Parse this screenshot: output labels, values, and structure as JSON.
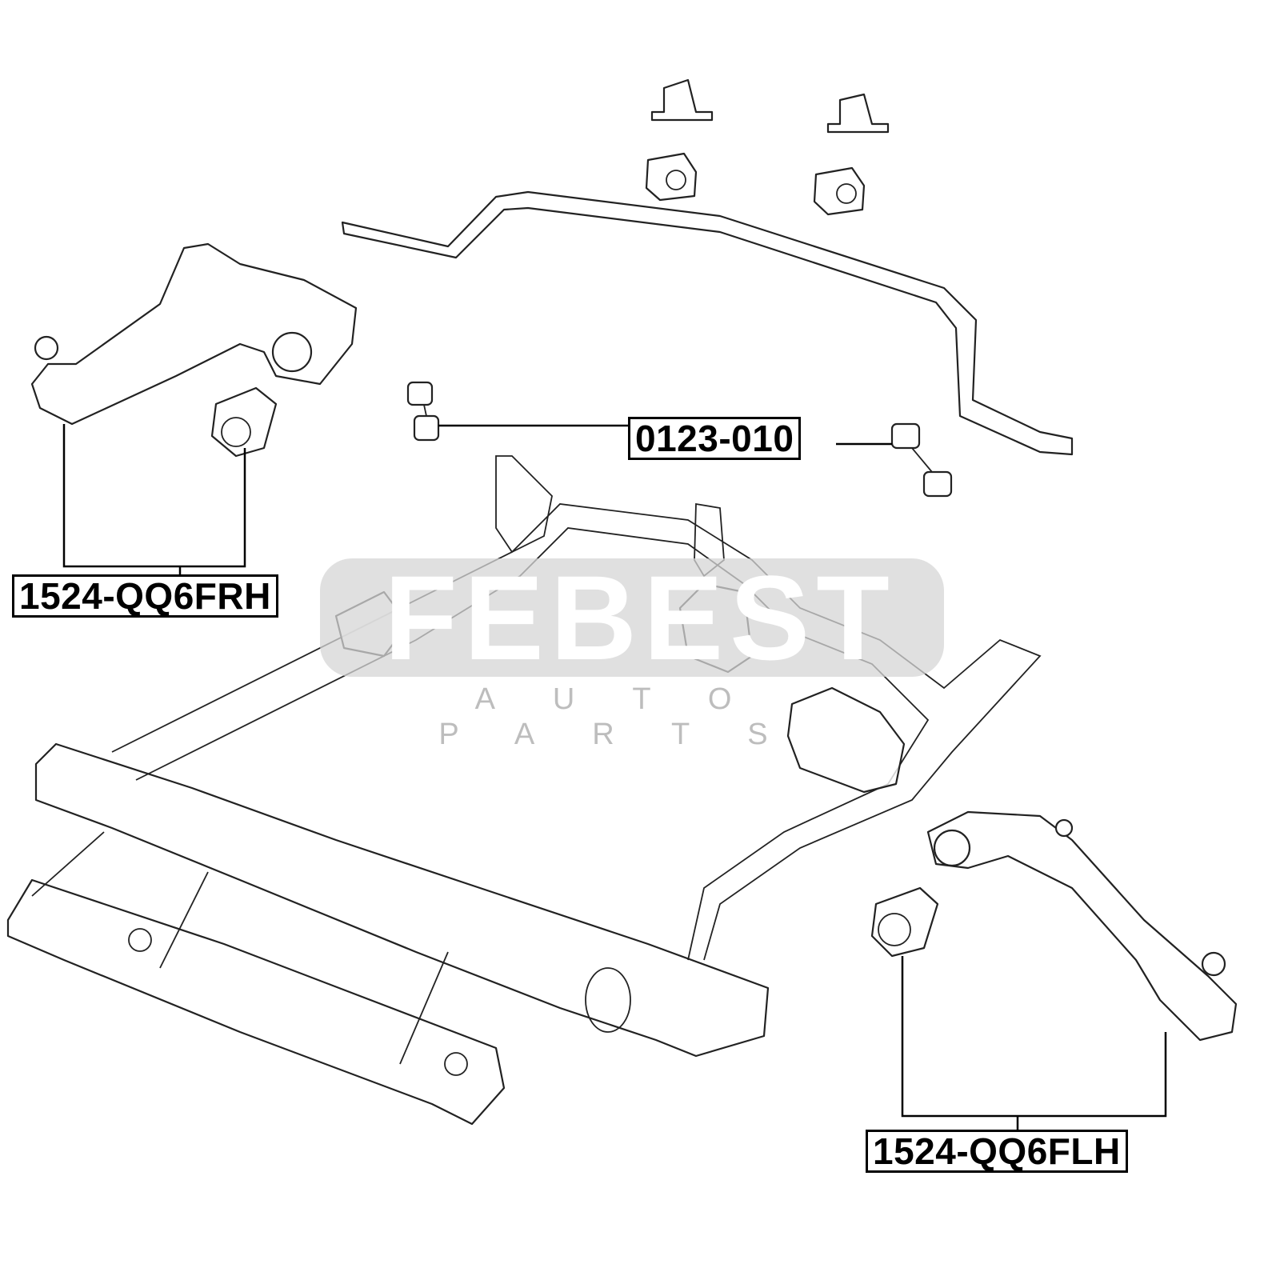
{
  "watermark": {
    "brand": "FEBEST",
    "tagline": "AUTO PARTS"
  },
  "labels": {
    "stabilizer_link": "0123-010",
    "arm_right": "1524-QQ6FRH",
    "arm_left": "1524-QQ6FLH"
  }
}
